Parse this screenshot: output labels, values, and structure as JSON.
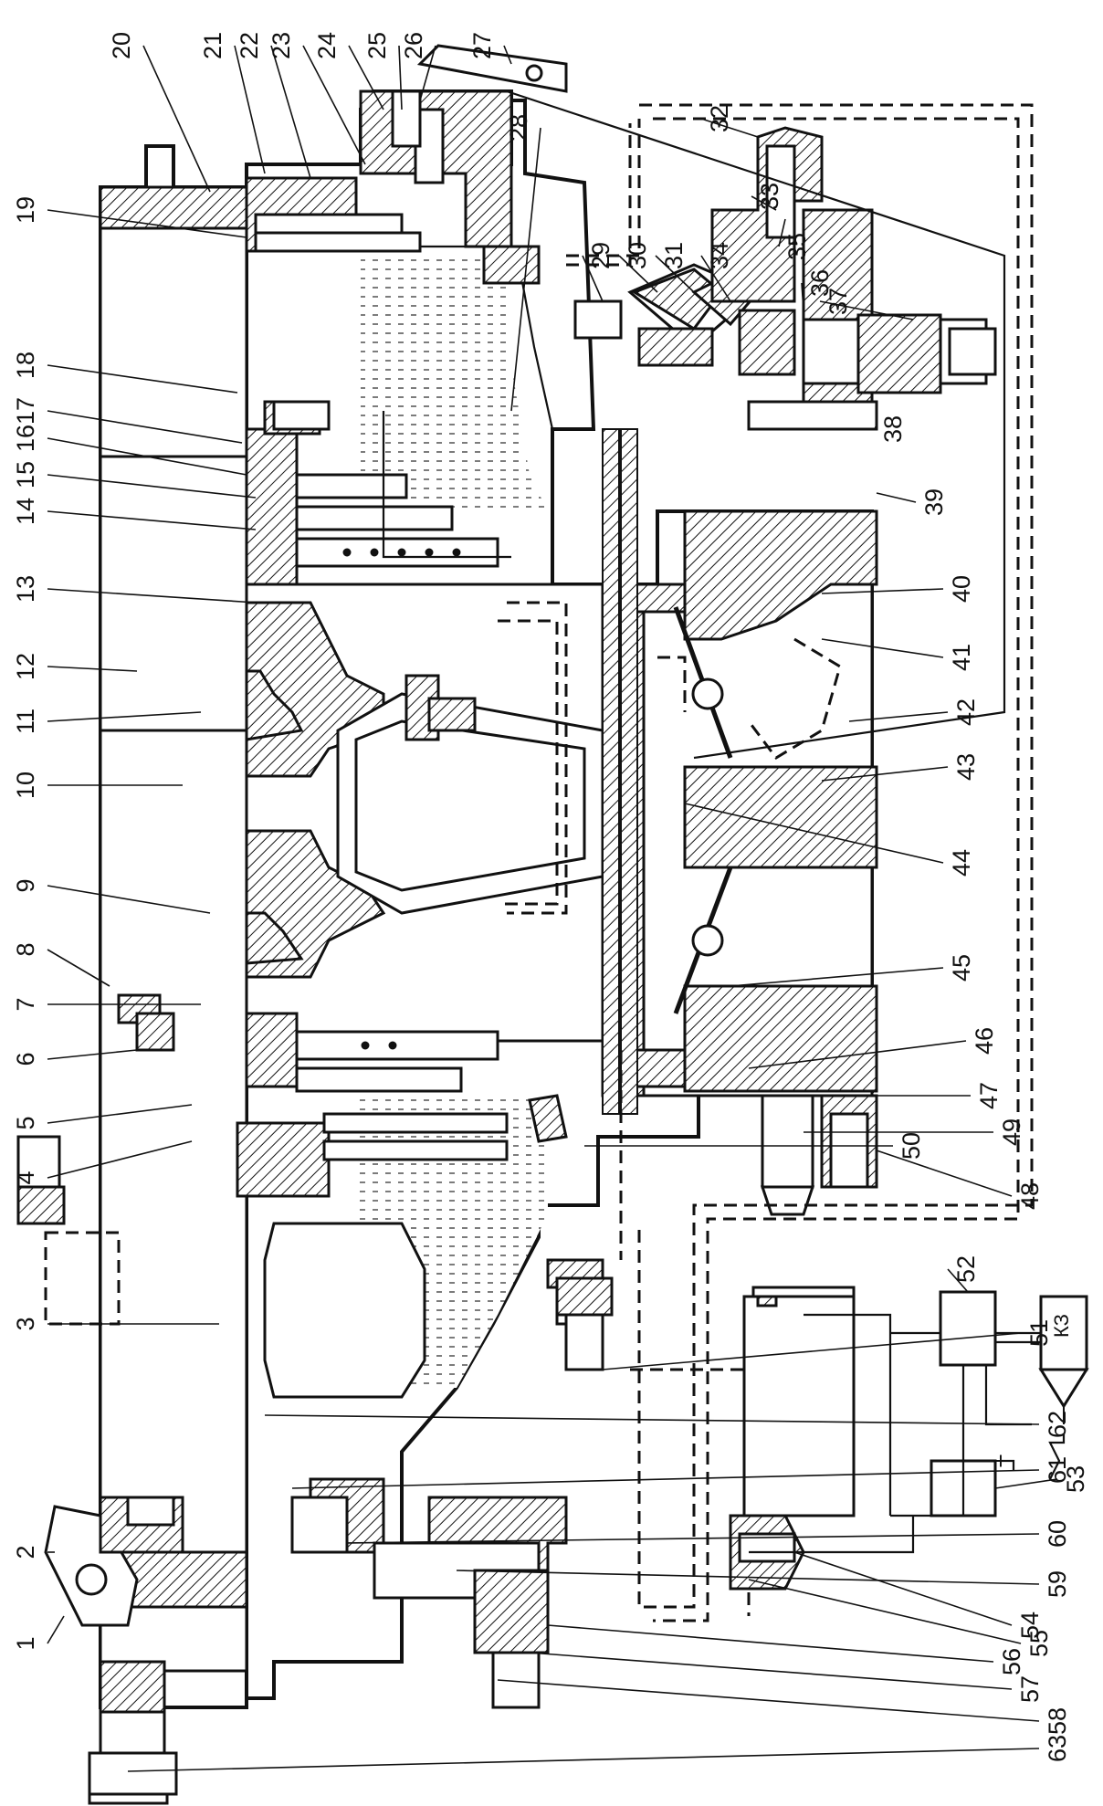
{
  "callouts": {
    "left": [
      "1",
      "2",
      "3",
      "4",
      "5",
      "6",
      "7",
      "8",
      "9",
      "10",
      "11",
      "12",
      "13",
      "14",
      "15",
      "16",
      "17",
      "18",
      "19",
      "20",
      "21",
      "22",
      "23",
      "24",
      "25",
      "26",
      "27"
    ],
    "right": [
      "28",
      "29",
      "30",
      "31",
      "32",
      "33",
      "34",
      "35",
      "36",
      "37",
      "38",
      "39",
      "40",
      "41",
      "42",
      "43",
      "44",
      "45",
      "46",
      "47",
      "48",
      "49",
      "50",
      "51",
      "52",
      "53",
      "54",
      "55",
      "56",
      "57",
      "58",
      "59",
      "60",
      "61",
      "62",
      "63"
    ]
  },
  "electric": {
    "switch_label": "КЗ",
    "plus_sign": "+"
  }
}
